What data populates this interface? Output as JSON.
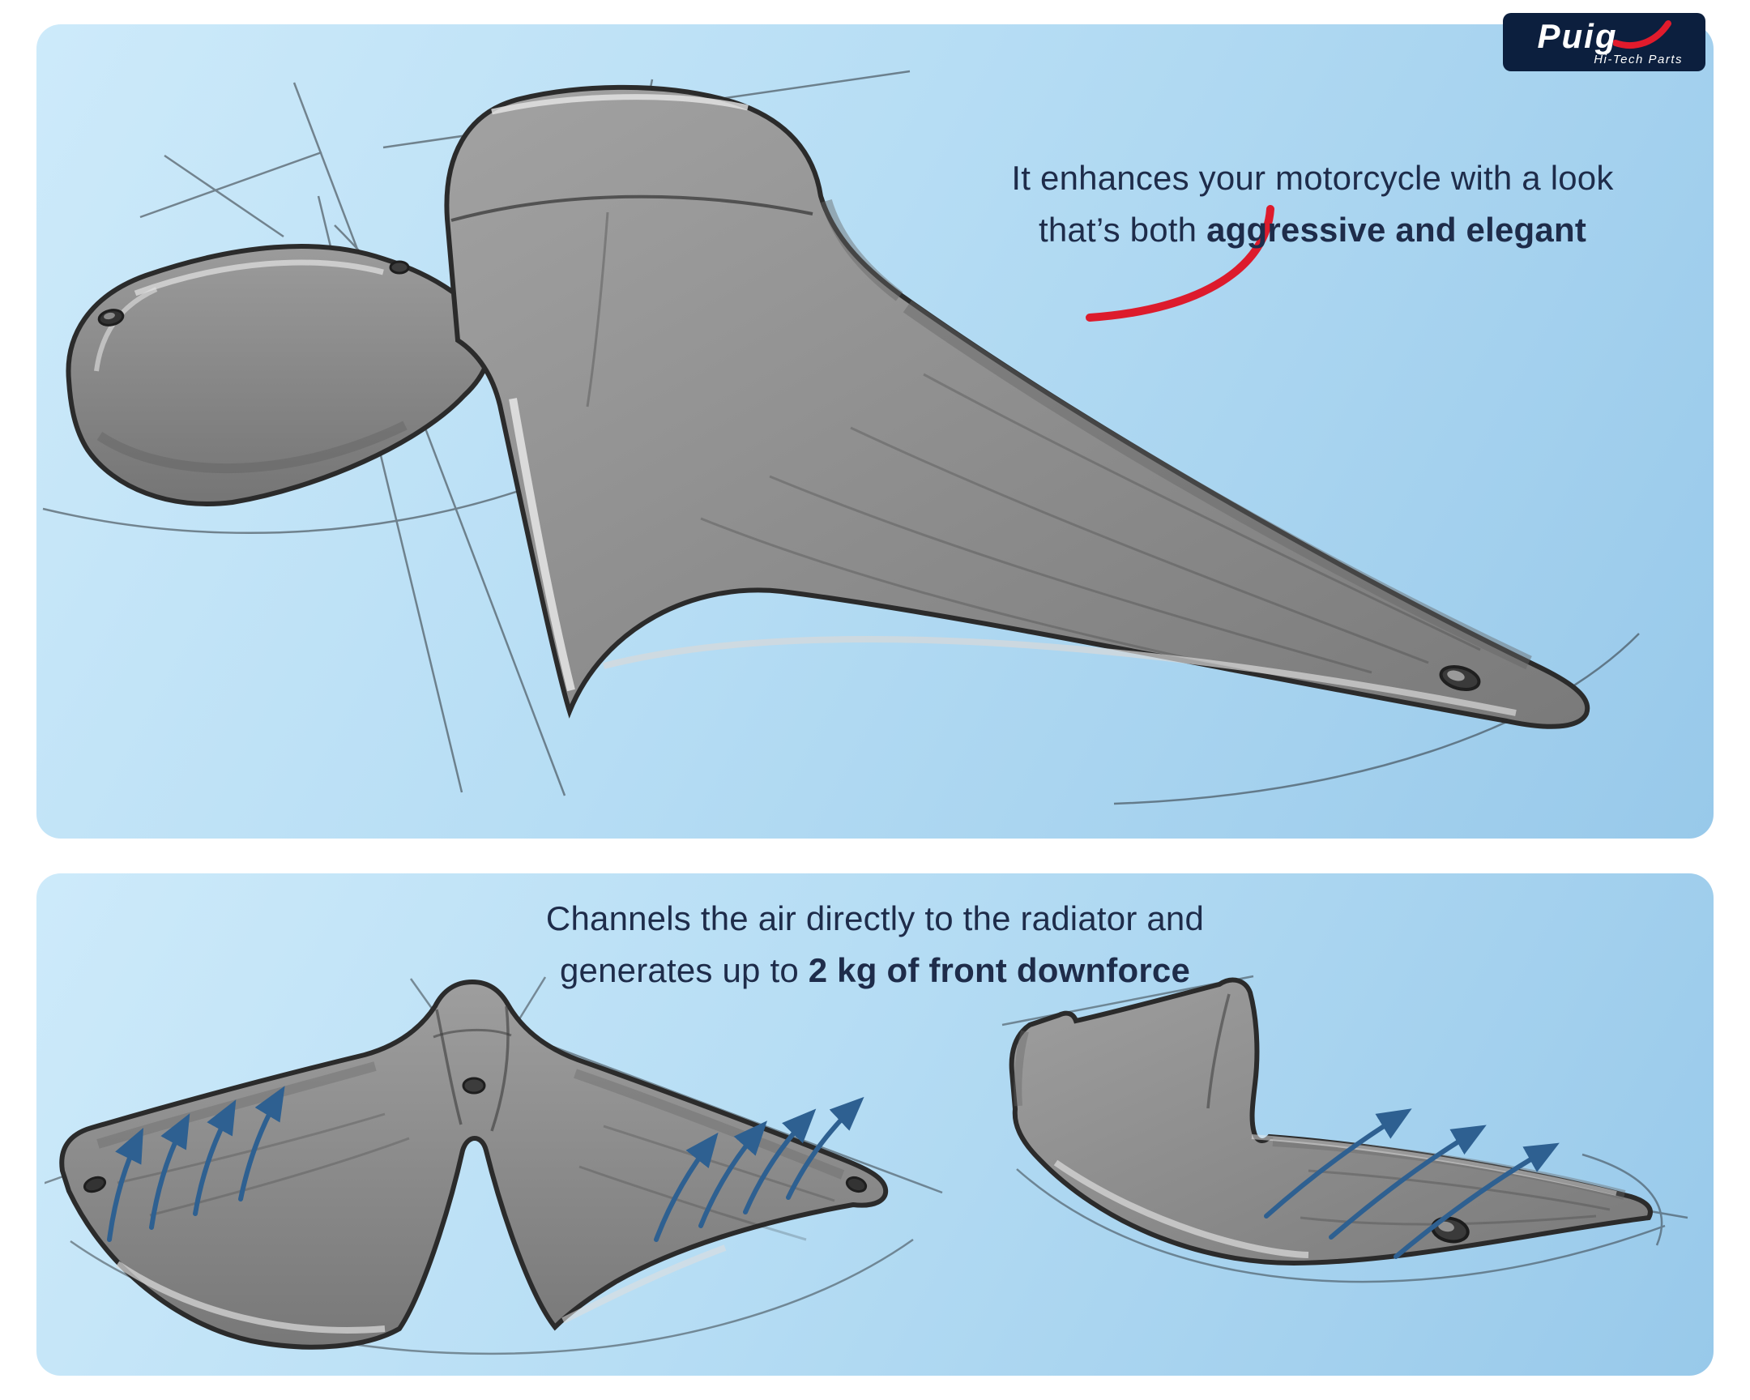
{
  "brand": {
    "name": "Puig",
    "tagline": "Hi-Tech Parts"
  },
  "top_panel": {
    "caption_line1": "It enhances your motorcycle with a look",
    "caption_line2_prefix": "that’s both ",
    "caption_line2_bold": "aggressive and elegant"
  },
  "bottom_panel": {
    "caption_line1": "Channels the air directly to the radiator and",
    "caption_line2_prefix": "generates up to ",
    "caption_line2_bold": "2 kg of front downforce"
  },
  "figures": {
    "top_sketch": "motorcycle front spoiler perspective sketch",
    "front_view_sketch": "front spoiler front view with airflow arrows",
    "side_view_sketch": "front spoiler side view with airflow arrows"
  },
  "colors": {
    "panel_blue_light": "#cdeafa",
    "panel_blue_dark": "#98c9ea",
    "text_navy": "#1e2c4a",
    "accent_red": "#dd1b2c",
    "arrow_blue": "#2e6091",
    "sketch_gray": "#8d8d8d",
    "logo_navy": "#0c1f3e"
  }
}
